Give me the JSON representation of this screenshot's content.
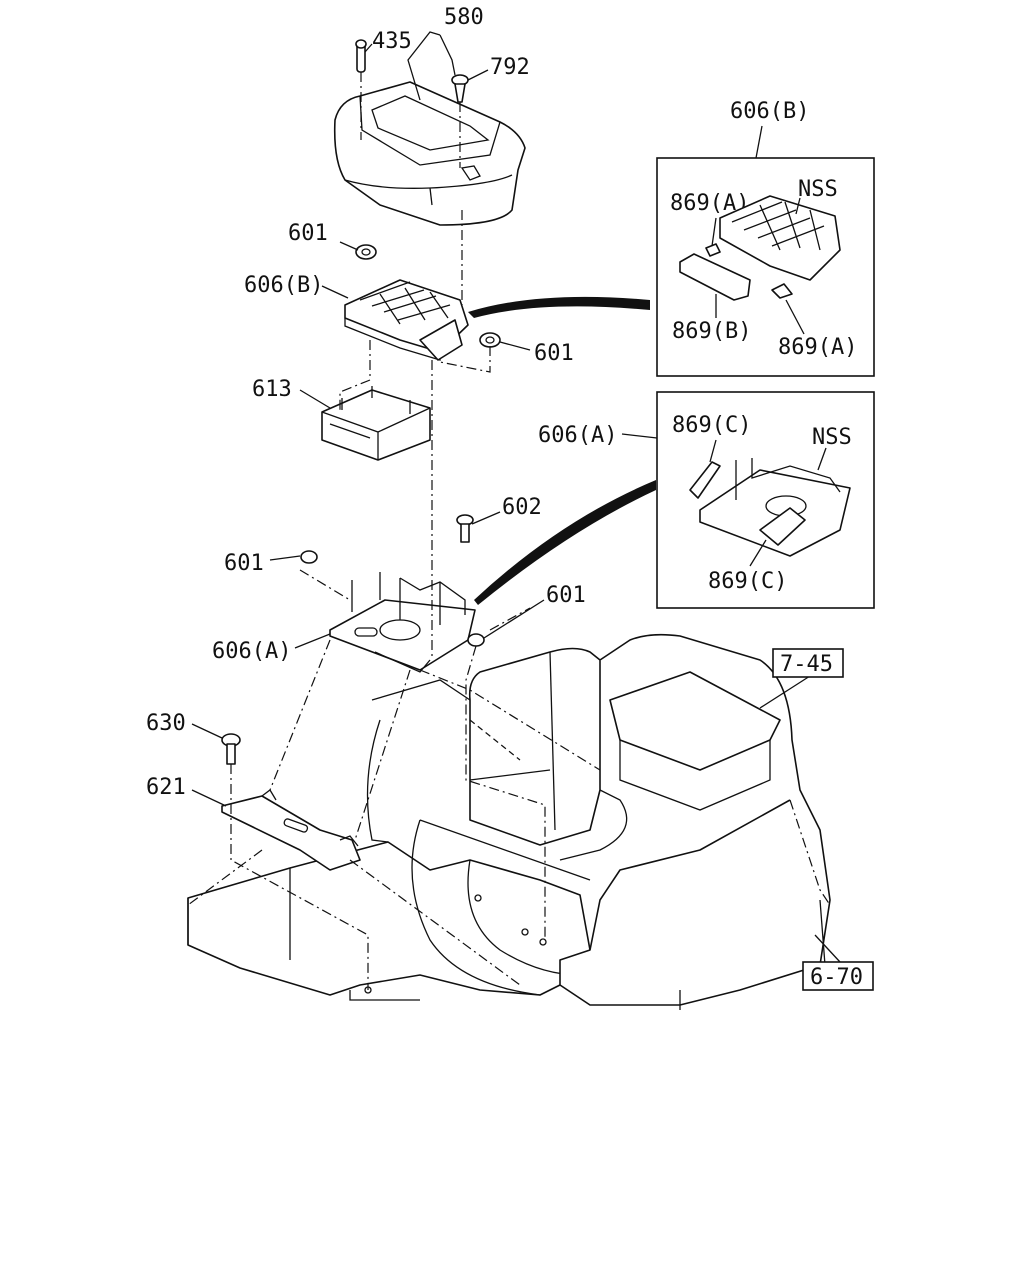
{
  "labels": {
    "p580": "580",
    "p435": "435",
    "p792": "792",
    "p601_a": "601",
    "p606b_main": "606(B)",
    "p601_b": "601",
    "p613": "613",
    "p602": "602",
    "p601_c": "601",
    "p601_d": "601",
    "p606a_main": "606(A)",
    "p630": "630",
    "p621": "621"
  },
  "inset_b": {
    "title": "606(B)",
    "nss": "NSS",
    "p869a_top": "869(A)",
    "p869b": "869(B)",
    "p869a_bottom": "869(A)"
  },
  "inset_a": {
    "title": "606(A)",
    "nss": "NSS",
    "p869c_top": "869(C)",
    "p869c_bottom": "869(C)"
  },
  "refs": {
    "ref_7_45": "7-45",
    "ref_6_70": "6-70"
  }
}
